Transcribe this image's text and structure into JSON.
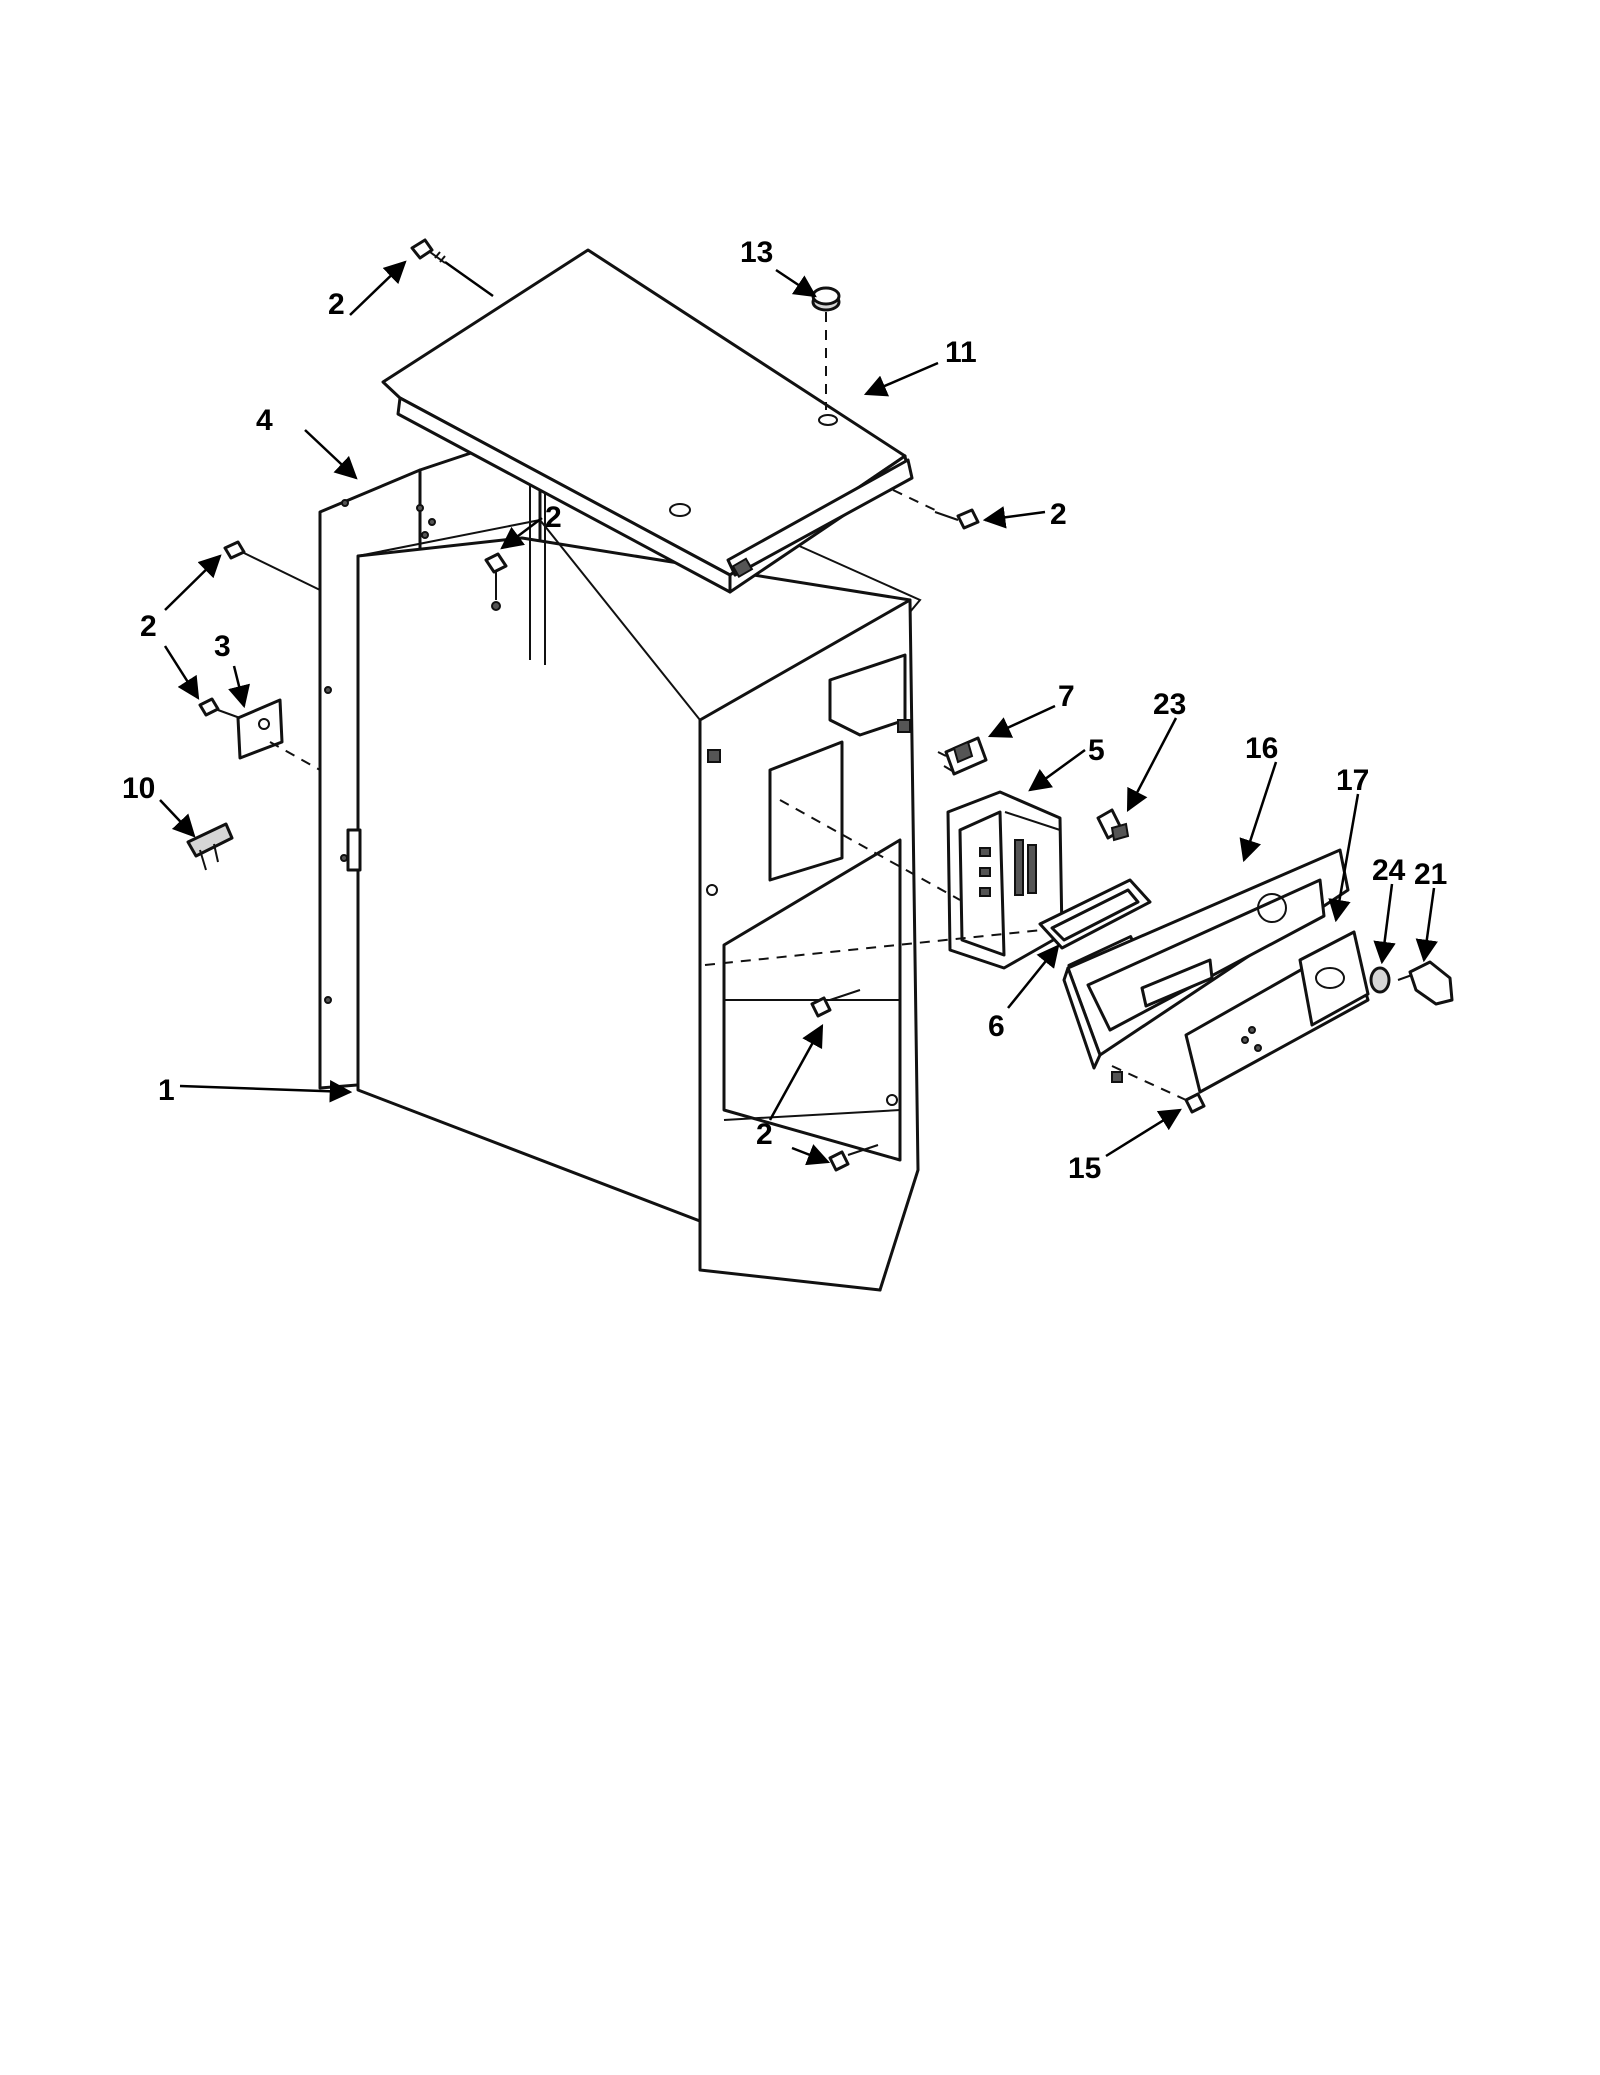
{
  "callouts": [
    {
      "id": "c-13",
      "label": "13"
    },
    {
      "id": "c-11",
      "label": "11"
    },
    {
      "id": "c-2-top",
      "label": "2"
    },
    {
      "id": "c-4",
      "label": "4"
    },
    {
      "id": "c-2-right",
      "label": "2"
    },
    {
      "id": "c-2-center",
      "label": "2"
    },
    {
      "id": "c-2-left",
      "label": "2"
    },
    {
      "id": "c-3",
      "label": "3"
    },
    {
      "id": "c-10",
      "label": "10"
    },
    {
      "id": "c-7",
      "label": "7"
    },
    {
      "id": "c-5",
      "label": "5"
    },
    {
      "id": "c-23",
      "label": "23"
    },
    {
      "id": "c-16",
      "label": "16"
    },
    {
      "id": "c-17",
      "label": "17"
    },
    {
      "id": "c-24",
      "label": "24"
    },
    {
      "id": "c-21",
      "label": "21"
    },
    {
      "id": "c-6",
      "label": "6"
    },
    {
      "id": "c-1",
      "label": "1"
    },
    {
      "id": "c-2-bottom",
      "label": "2"
    },
    {
      "id": "c-15",
      "label": "15"
    }
  ]
}
